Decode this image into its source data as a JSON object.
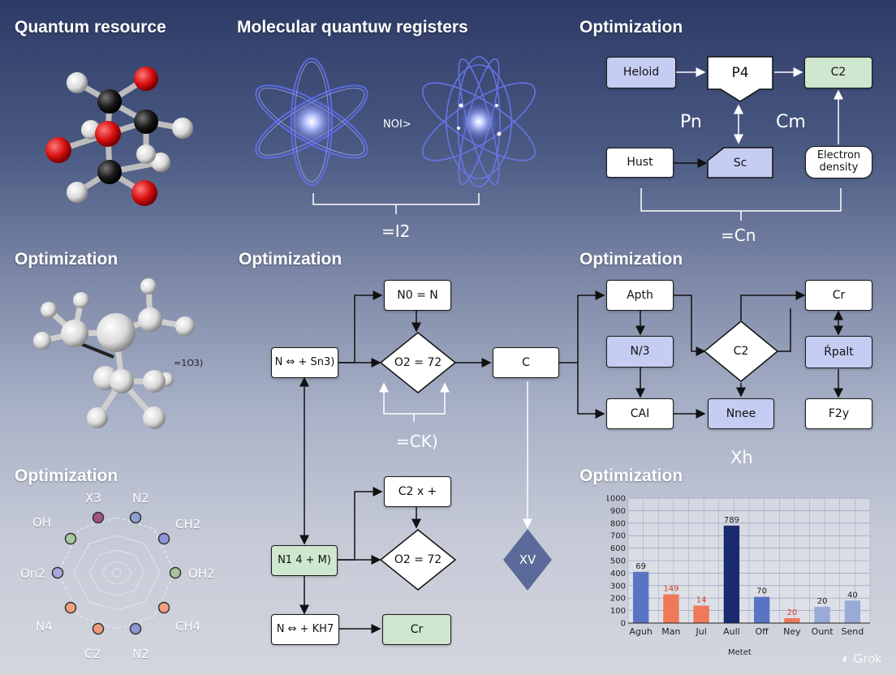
{
  "titles": {
    "t1": "Quantum resource",
    "t2": "Molecular quantuw registers",
    "t3": "Optimization",
    "t4": "Optimization",
    "t5": "Optimization",
    "t6": "Optimization",
    "t7": "Optimization",
    "t8": "Optimization"
  },
  "registers": {
    "mid_label": "NOI>",
    "bracket_label": "=I2"
  },
  "top_right": {
    "heloid": "Heloid",
    "p4": "P4",
    "c2": "C2",
    "pn": "Pn",
    "cm": "Cm",
    "hust": "Hust",
    "sc": "Sc",
    "electron": "Electron density",
    "bracket_label": "=Cn"
  },
  "molecule2": {
    "label": "=1O3)"
  },
  "center_flow": {
    "n0": "N0 = N",
    "nsn": "N ⇔ + Sn3)",
    "o2_top": "O2 = 72",
    "c": "C",
    "bracket_label": "=CK)",
    "c2x": "C2 x +",
    "n4m": "N1 4 + M)",
    "o2_bottom": "O2 = 72",
    "nkh": "N ⇔ + KH7",
    "cr": "Cr",
    "xv": "XV"
  },
  "right_flow": {
    "apth": "Apth",
    "n3": "N/3",
    "cal": "CAI",
    "c2": "C2",
    "nnee": "Nnee",
    "cr": "Cr",
    "rpalt": "Ŕpalt",
    "fzy": "F2y",
    "xh": "Xh"
  },
  "radar": {
    "labels": [
      "X3",
      "N2",
      "CH2",
      "OH2",
      "CH4",
      "N2",
      "C2",
      "N4",
      "On2",
      "OH"
    ],
    "node_colors": [
      "#a0557a",
      "#8fa0d0",
      "#8f95d4",
      "#a6c39a",
      "#f0a07c",
      "#8f95d4",
      "#f09a7a",
      "#f0a07c",
      "#a7a8d8",
      "#a8c8a0"
    ]
  },
  "chart_data": {
    "type": "bar",
    "xlabel": "Metet",
    "ylim": [
      0,
      1000
    ],
    "yticks": [
      0,
      100,
      200,
      300,
      400,
      500,
      600,
      700,
      800,
      900,
      1000
    ],
    "categories": [
      "Aguh",
      "Man",
      "Jul",
      "Aull",
      "Off",
      "Ney",
      "Ount",
      "Send"
    ],
    "values": [
      410,
      230,
      140,
      780,
      210,
      40,
      130,
      180
    ],
    "value_labels": [
      "69",
      "149",
      "14",
      "789",
      "70",
      "20",
      "20",
      "40"
    ],
    "colors": [
      "#5a74c4",
      "#ee7a5a",
      "#ee7a5a",
      "#1a2a6e",
      "#5a74c4",
      "#ee7a5a",
      "#9aaad8",
      "#9aaad8"
    ],
    "label_colors": [
      "#222",
      "#d0402a",
      "#d0402a",
      "#222",
      "#222",
      "#d0402a",
      "#222",
      "#222"
    ]
  },
  "watermark": "Grok"
}
